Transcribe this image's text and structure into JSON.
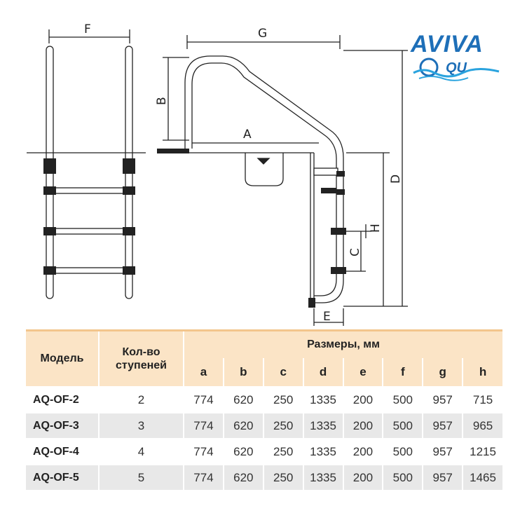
{
  "diagram": {
    "labels": {
      "F": "F",
      "G": "G",
      "B": "B",
      "A": "A",
      "D": "D",
      "H": "H",
      "C": "C",
      "E": "E"
    },
    "logo": {
      "line1": "AVIVA",
      "line2": "QU",
      "icon": "aviva-aqua-logo-icon",
      "colors": {
        "blue": "#1e6fb8",
        "wave": "#2aa3de"
      }
    }
  },
  "table": {
    "header": {
      "model": "Модель",
      "steps": "Кол-во ступеней",
      "dimensions": "Размеры, мм",
      "columns": [
        "a",
        "b",
        "c",
        "d",
        "e",
        "f",
        "g",
        "h"
      ]
    },
    "rows": [
      {
        "model": "AQ-OF-2",
        "steps": "2",
        "values": [
          "774",
          "620",
          "250",
          "1335",
          "200",
          "500",
          "957",
          "715"
        ]
      },
      {
        "model": "AQ-OF-3",
        "steps": "3",
        "values": [
          "774",
          "620",
          "250",
          "1335",
          "200",
          "500",
          "957",
          "965"
        ]
      },
      {
        "model": "AQ-OF-4",
        "steps": "4",
        "values": [
          "774",
          "620",
          "250",
          "1335",
          "200",
          "500",
          "957",
          "1215"
        ]
      },
      {
        "model": "AQ-OF-5",
        "steps": "5",
        "values": [
          "774",
          "620",
          "250",
          "1335",
          "200",
          "500",
          "957",
          "1465"
        ]
      }
    ],
    "colors": {
      "header_bg": "#fbe4c6",
      "row_alt": "#e8e8e8"
    }
  }
}
